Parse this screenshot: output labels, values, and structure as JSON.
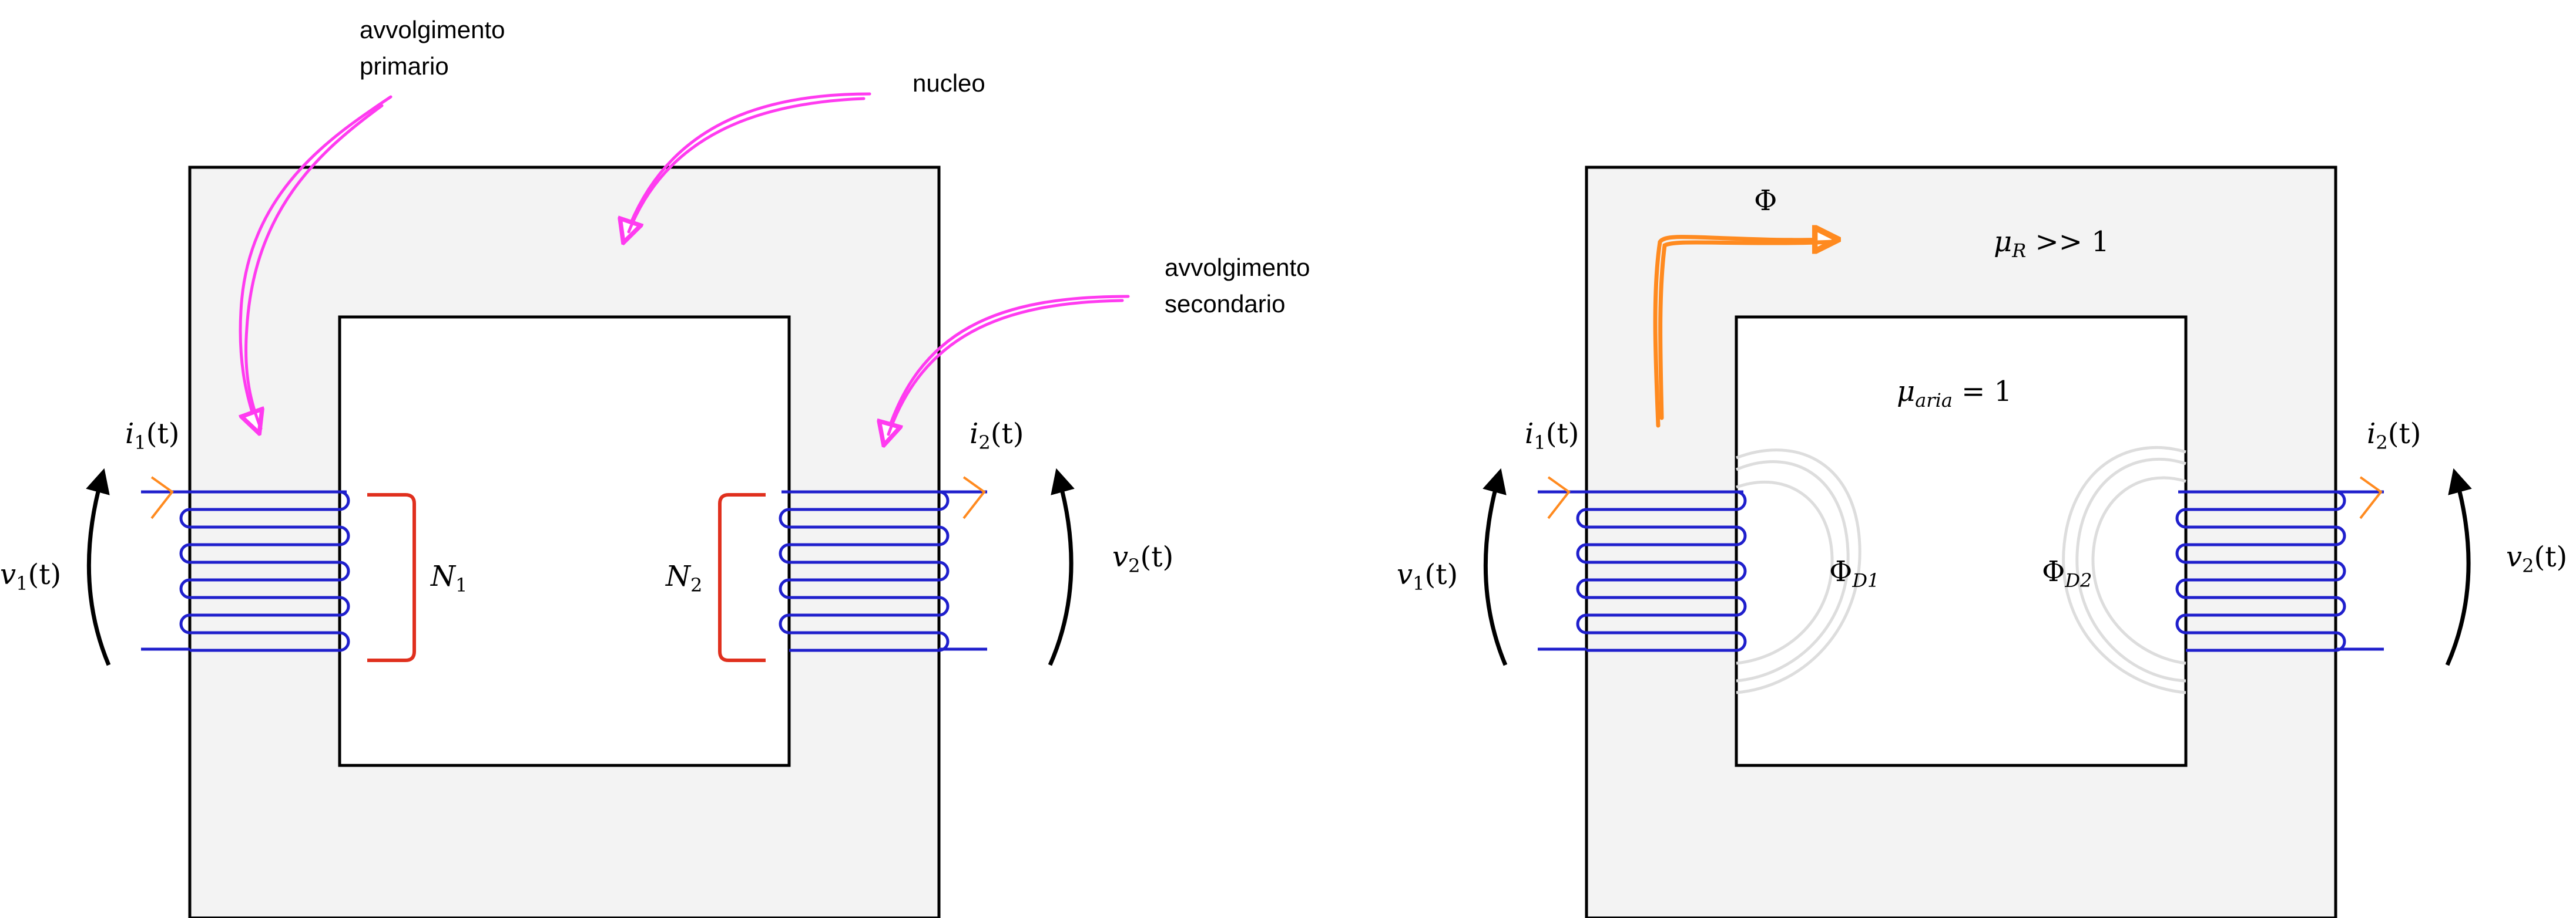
{
  "colors": {
    "core_fill": "#f3f3f3",
    "outline": "#000000",
    "coil": "#1f1fcc",
    "bracket": "#e0301e",
    "annotation_arrow": "#ff3bf0",
    "flux_arrow": "#ff8a1f",
    "current_arrow": "#ff8a1f",
    "leakage_flux": "#dddddd"
  },
  "left_diagram": {
    "labels": {
      "primary_winding": [
        "avvolgimento",
        "primario"
      ],
      "core": "nucleo",
      "secondary_winding": [
        "avvolgimento",
        "secondario"
      ]
    },
    "i1": {
      "sym": "i",
      "sub": "1",
      "arg": "(t)"
    },
    "i2": {
      "sym": "i",
      "sub": "2",
      "arg": "(t)"
    },
    "v1": {
      "sym": "v",
      "sub": "1",
      "arg": "(t)"
    },
    "v2": {
      "sym": "v",
      "sub": "2",
      "arg": "(t)"
    },
    "n1": {
      "sym": "N",
      "sub": "1"
    },
    "n2": {
      "sym": "N",
      "sub": "2"
    }
  },
  "right_diagram": {
    "flux": "Φ",
    "mu_r": {
      "sym": "μ",
      "sub": "R",
      "rest": " >> 1"
    },
    "mu_aria": {
      "sym": "μ",
      "sub": "aria",
      "rest": " = 1"
    },
    "phi_d1": {
      "sym": "Φ",
      "sub": "D1"
    },
    "phi_d2": {
      "sym": "Φ",
      "sub": "D2"
    },
    "i1": {
      "sym": "i",
      "sub": "1",
      "arg": "(t)"
    },
    "i2": {
      "sym": "i",
      "sub": "2",
      "arg": "(t)"
    },
    "v1": {
      "sym": "v",
      "sub": "1",
      "arg": "(t)"
    },
    "v2": {
      "sym": "v",
      "sub": "2",
      "arg": "(t)"
    }
  }
}
